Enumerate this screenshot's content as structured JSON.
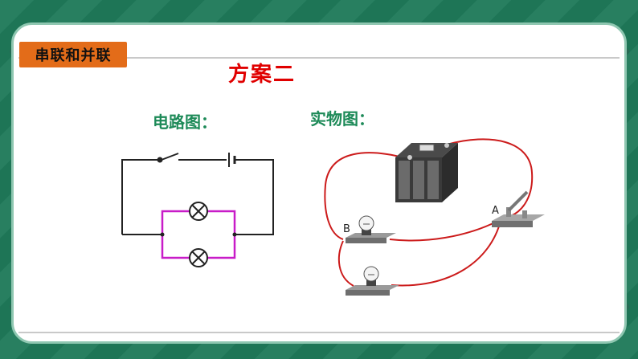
{
  "header": {
    "topic_tag": "串联和并联",
    "title": "方案二"
  },
  "diagram": {
    "circuit_label": "电路图：",
    "physical_label": "实物图：",
    "point_a": "A",
    "point_b": "B"
  },
  "colors": {
    "background": "#1f7a5a",
    "frame_border": "#8fc7b1",
    "tag": "#e36c19",
    "title": "#e00000",
    "label": "#1d8a58",
    "parallel_branch": "#c81cc8",
    "physical_wire": "#cc1b1b"
  }
}
